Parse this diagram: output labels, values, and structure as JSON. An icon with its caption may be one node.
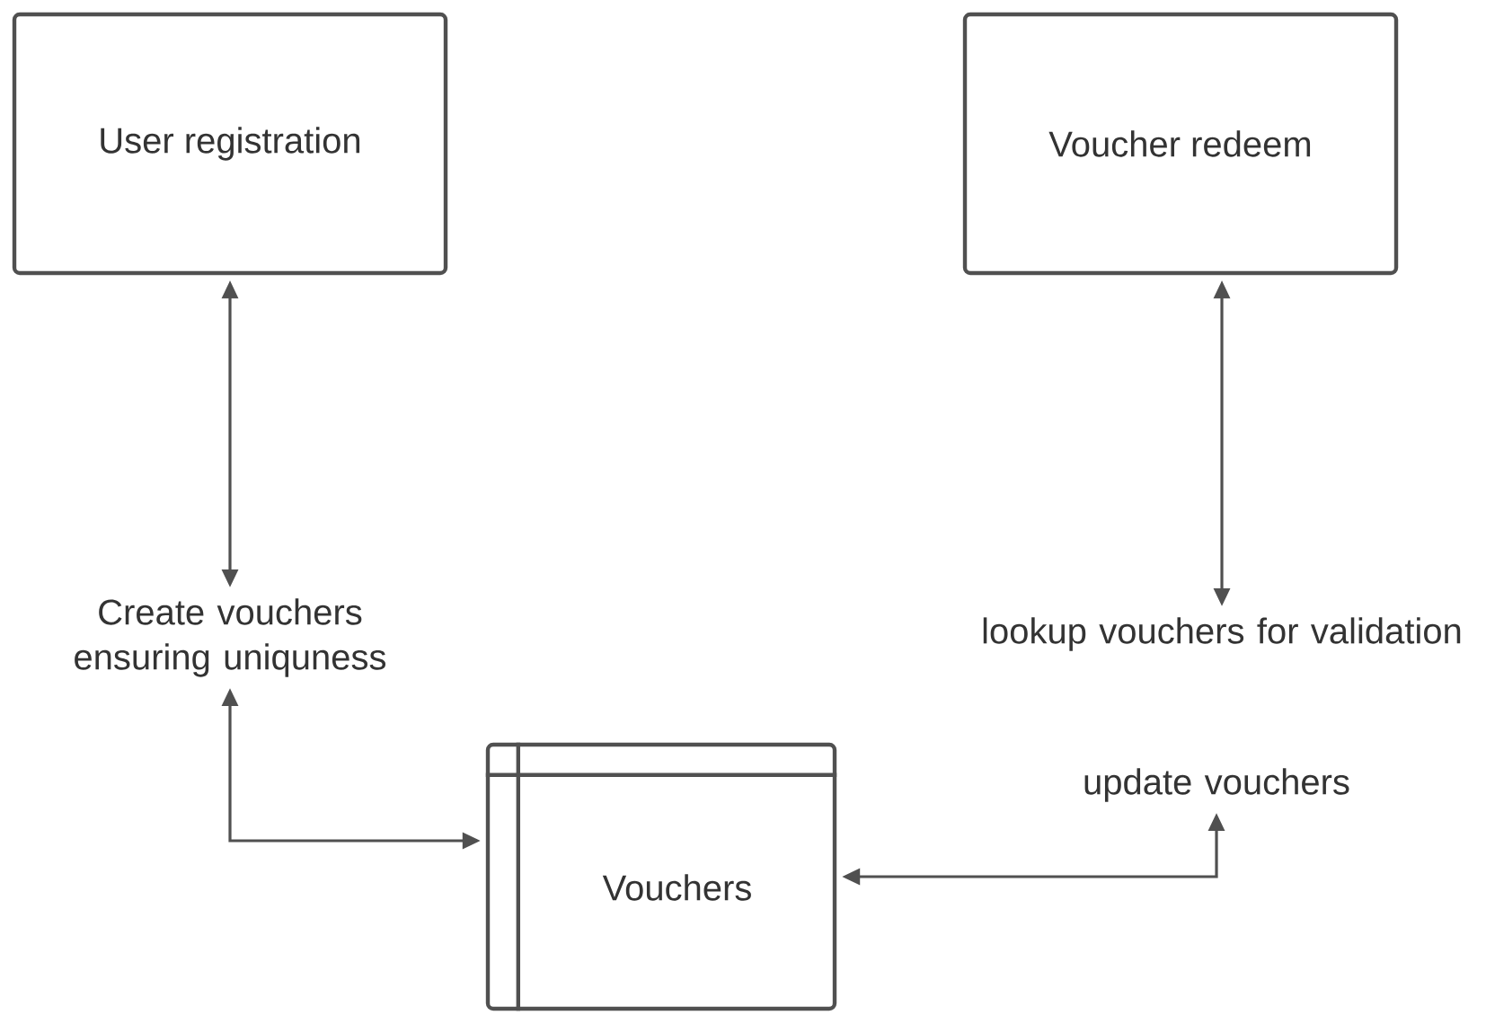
{
  "diagram": {
    "nodes": [
      {
        "text": [
          "User registration"
        ]
      },
      {
        "text": [
          "Voucher redeem"
        ]
      },
      {
        "text": [
          "Create vouchers ensuring uniquness"
        ]
      },
      {
        "text": [
          "lookup vouchers for validation"
        ]
      },
      {
        "text": [
          "update vouchers"
        ]
      },
      {
        "text": [
          "Vouchers"
        ]
      }
    ],
    "edges": [
      {
        "from": 0,
        "to": 2,
        "arrow": "both"
      },
      {
        "from": 1,
        "to": 3,
        "arrow": "both"
      },
      {
        "from": 2,
        "to": 5,
        "arrow": "both"
      },
      {
        "from": 5,
        "to": 4,
        "arrow": "both"
      }
    ]
  }
}
